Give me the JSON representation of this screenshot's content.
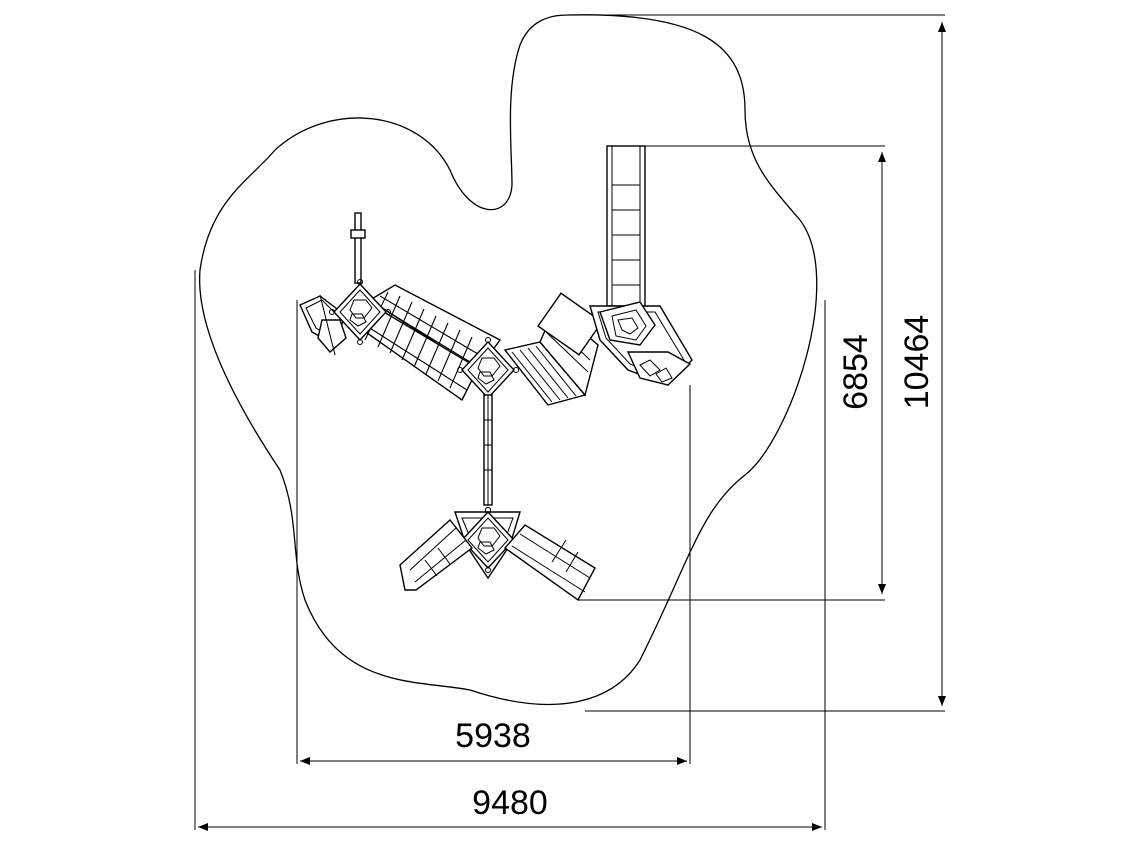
{
  "dimensions": {
    "inner_width": "5938",
    "outer_width": "9480",
    "inner_height": "6854",
    "outer_height": "10464"
  },
  "colors": {
    "line": "#000000",
    "background": "#ffffff"
  }
}
